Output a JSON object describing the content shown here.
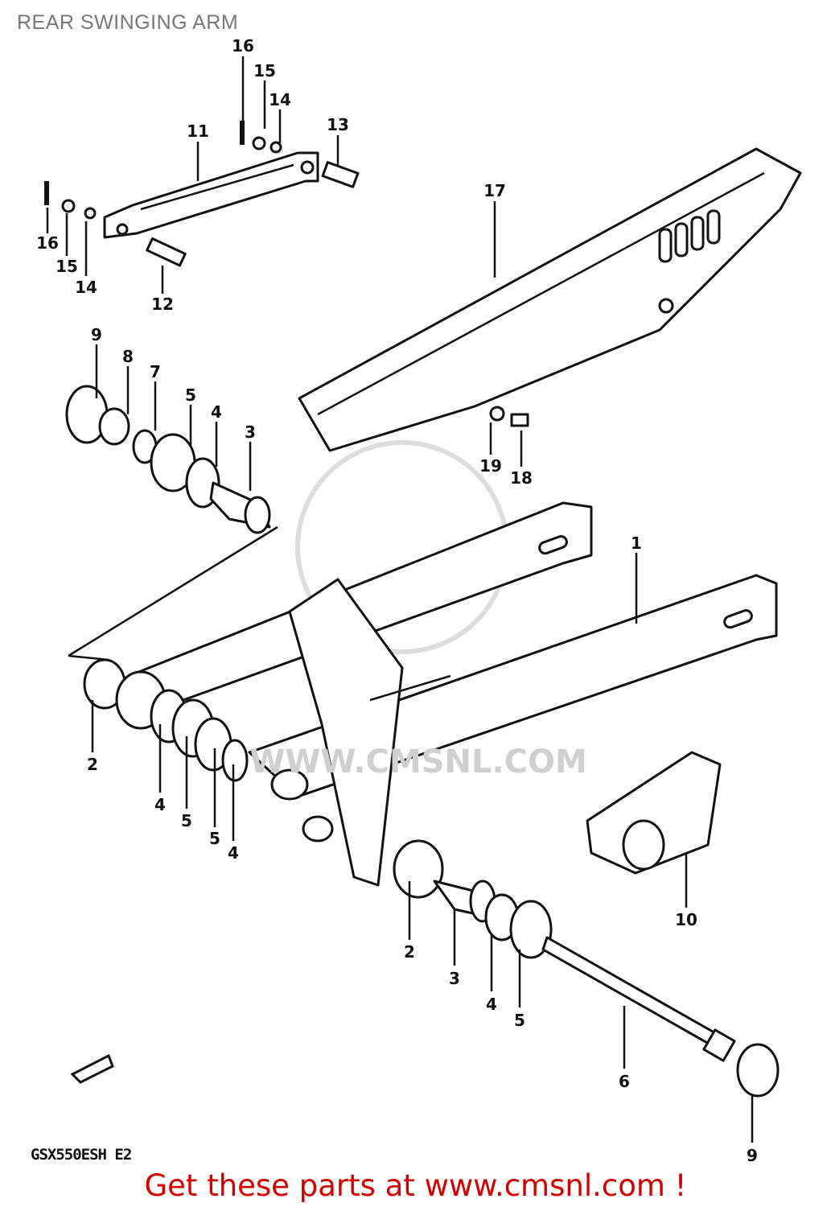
{
  "title": "REAR SWINGING ARM",
  "model": "GSX550ESH E2",
  "footer": "Get these parts at www.cmsnl.com !",
  "watermark": "WWW.CMSNL.COM",
  "callouts": [
    "16",
    "15",
    "14",
    "13",
    "11",
    "17",
    "16",
    "15",
    "14",
    "12",
    "9",
    "8",
    "7",
    "5",
    "4",
    "3",
    "19",
    "18",
    "1",
    "2",
    "4",
    "5",
    "5",
    "4",
    "10",
    "2",
    "3",
    "4",
    "5",
    "6",
    "9"
  ]
}
